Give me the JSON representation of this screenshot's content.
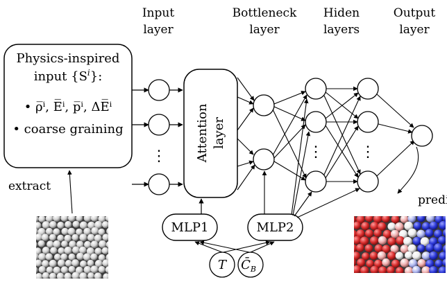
{
  "columns": {
    "input": [
      "Input",
      "layer"
    ],
    "bottleneck": [
      "Bottleneck",
      "layer"
    ],
    "hidden": [
      "Hiden",
      "layers"
    ],
    "output": [
      "Output",
      "layer"
    ]
  },
  "physics_box": {
    "line1": "Physics-inspired",
    "line2_prefix": "input {S",
    "line2_sup": "i",
    "line2_suffix": "}:",
    "bullet1": "• ρ̅ⁱ, E̅ⁱ, p̅ⁱ, ΔE̅ⁱ",
    "bullet2": "• coarse graining"
  },
  "attention": {
    "line1": "Attention",
    "line2": "layer"
  },
  "mlp1": "MLP1",
  "mlp2": "MLP2",
  "T_symbol": "T",
  "CB_symbol": "C̄",
  "CB_sub": "B",
  "extract": "extract",
  "predict": "predict",
  "dots": "⋮",
  "colors": {
    "stroke": "#000000",
    "gray_particles": "#d8d8d8",
    "red": "#d92b2b",
    "blue": "#2b3ad9"
  }
}
